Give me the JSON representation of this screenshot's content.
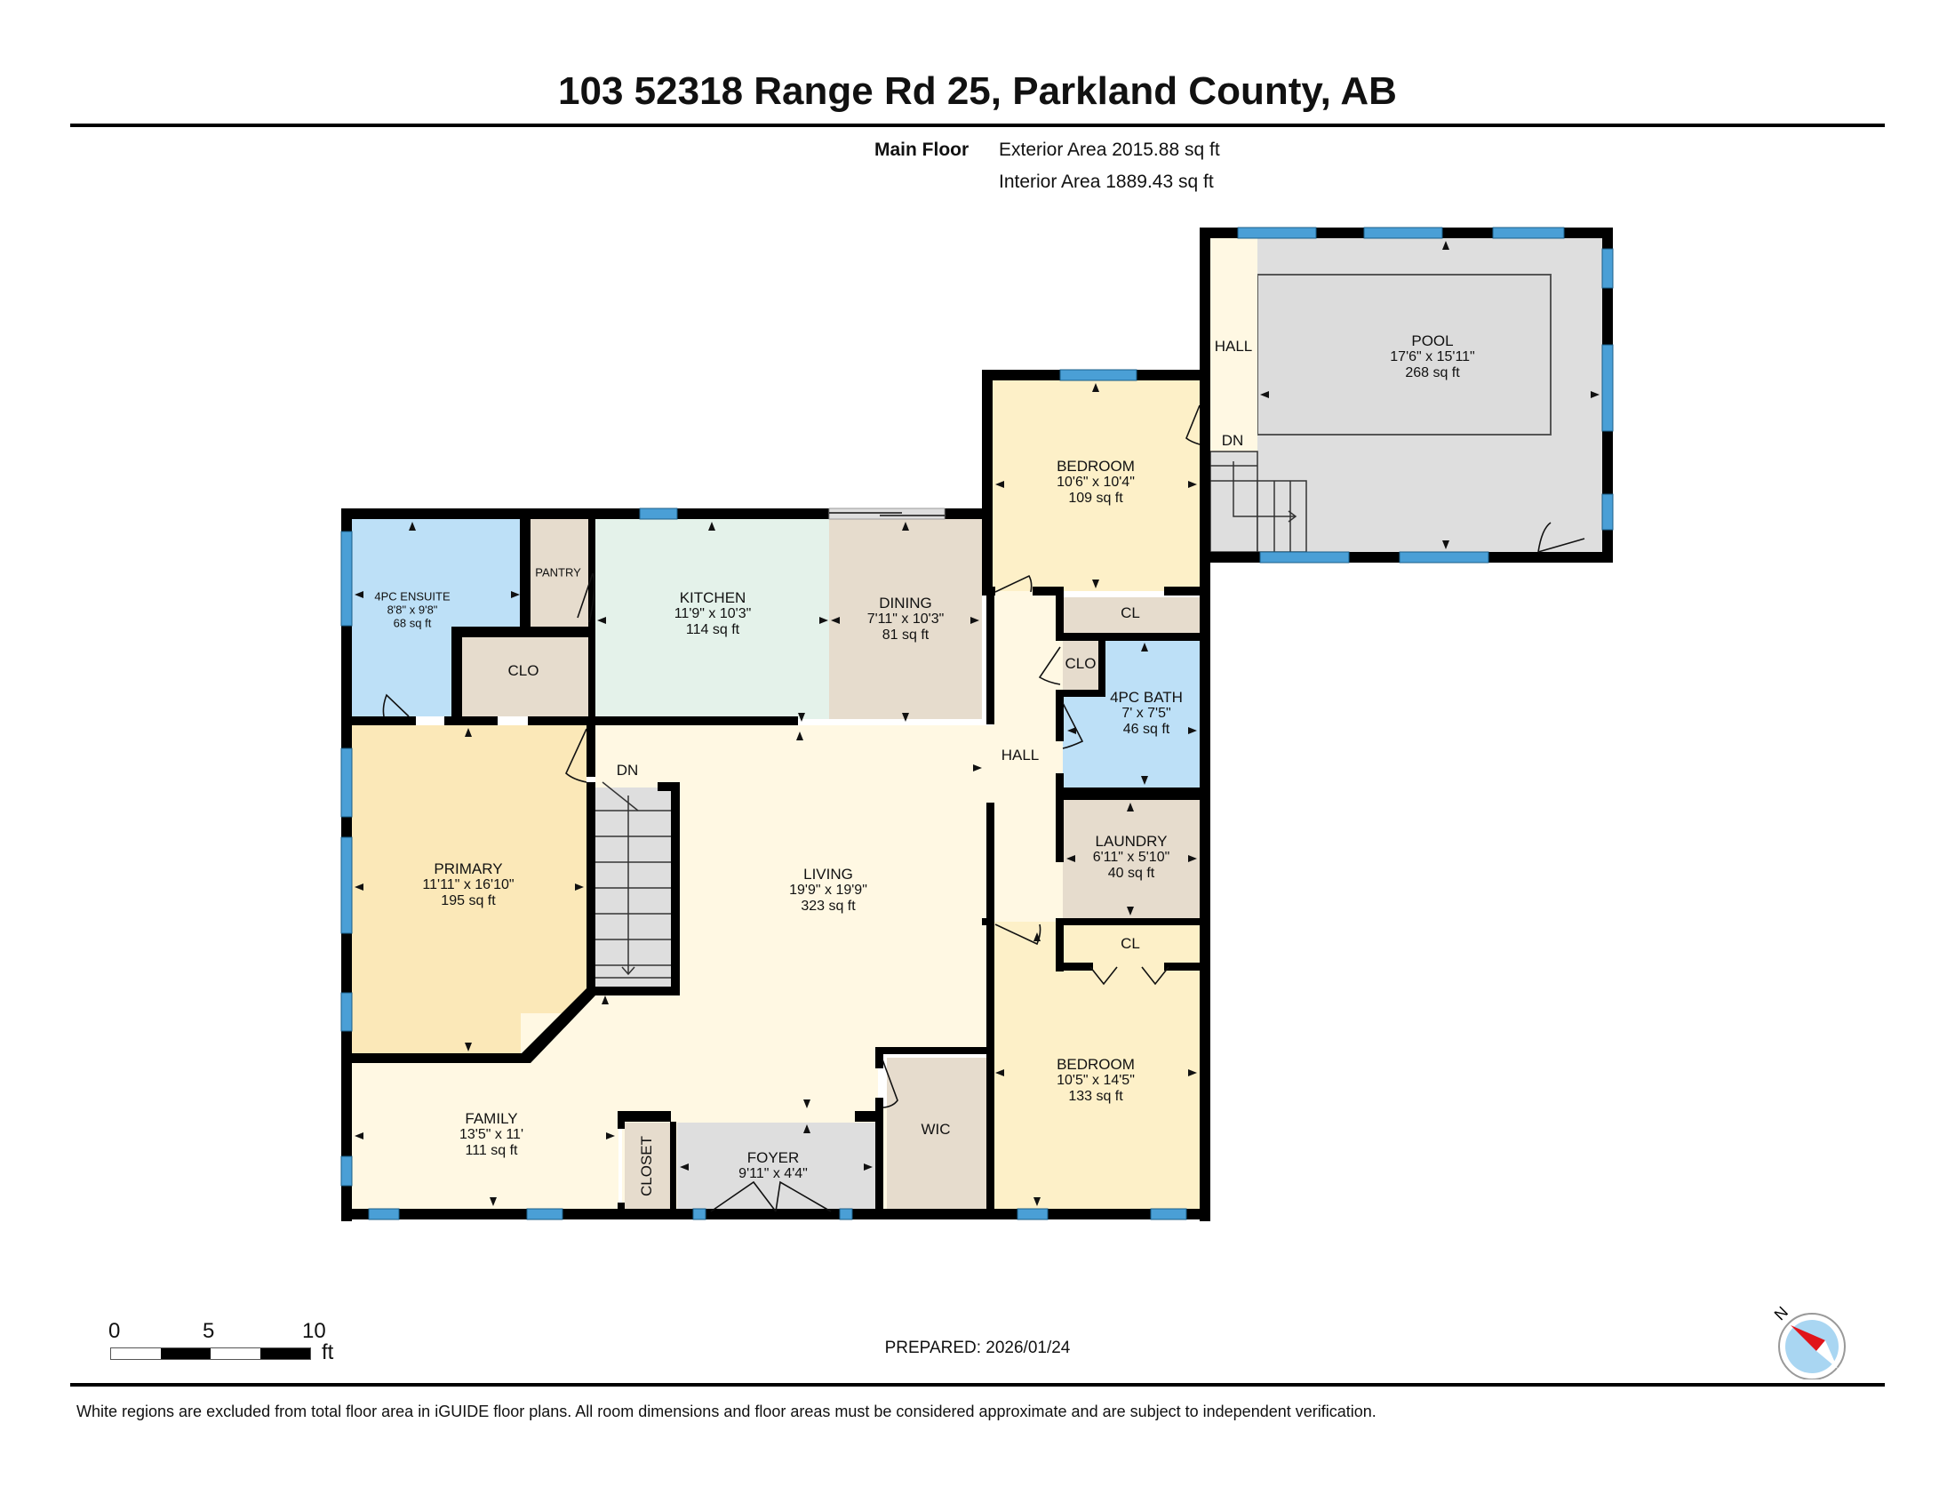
{
  "header": {
    "title": "103 52318 Range Rd 25, Parkland County, AB",
    "floor_name": "Main Floor",
    "exterior_area": "Exterior Area 2015.88 sq ft",
    "interior_area": "Interior Area 1889.43 sq ft"
  },
  "rooms": {
    "pool": {
      "name": "POOL",
      "dims": "17'6\" x 15'11\"",
      "area": "268 sq ft"
    },
    "pool_hall": {
      "name": "HALL"
    },
    "pool_dn": {
      "name": "DN"
    },
    "bedroom1": {
      "name": "BEDROOM",
      "dims": "10'6\" x 10'4\"",
      "area": "109 sq ft"
    },
    "ensuite": {
      "name": "4PC ENSUITE",
      "dims": "8'8\" x 9'8\"",
      "area": "68 sq ft"
    },
    "pantry": {
      "name": "PANTRY"
    },
    "clo_ensuite": {
      "name": "CLO"
    },
    "kitchen": {
      "name": "KITCHEN",
      "dims": "11'9\" x 10'3\"",
      "area": "114 sq ft"
    },
    "dining": {
      "name": "DINING",
      "dims": "7'11\" x 10'3\"",
      "area": "81 sq ft"
    },
    "cl_top": {
      "name": "CL"
    },
    "clo_bath": {
      "name": "CLO"
    },
    "bath": {
      "name": "4PC BATH",
      "dims": "7' x 7'5\"",
      "area": "46 sq ft"
    },
    "hall": {
      "name": "HALL"
    },
    "laundry": {
      "name": "LAUNDRY",
      "dims": "6'11\" x 5'10\"",
      "area": "40 sq ft"
    },
    "cl_bottom": {
      "name": "CL"
    },
    "primary": {
      "name": "PRIMARY",
      "dims": "11'11\" x 16'10\"",
      "area": "195 sq ft"
    },
    "stairs_dn": {
      "name": "DN"
    },
    "living": {
      "name": "LIVING",
      "dims": "19'9\" x 19'9\"",
      "area": "323 sq ft"
    },
    "bedroom2": {
      "name": "BEDROOM",
      "dims": "10'5\" x 14'5\"",
      "area": "133 sq ft"
    },
    "family": {
      "name": "FAMILY",
      "dims": "13'5\" x 11'",
      "area": "111 sq ft"
    },
    "closet": {
      "name": "CLOSET"
    },
    "foyer": {
      "name": "FOYER",
      "dims": "9'11\" x 4'4\""
    },
    "wic": {
      "name": "WIC"
    }
  },
  "scale_bar": {
    "labels": [
      "0",
      "5",
      "10"
    ],
    "unit": "ft"
  },
  "compass": {
    "label": "N"
  },
  "prepared": "PREPARED: 2026/01/24",
  "footer": "White regions are excluded from total floor area in iGUIDE floor plans. All room dimensions and floor areas must be considered approximate and are subject to independent verification.",
  "colors": {
    "wall": "#000000",
    "window": "#4a9fd6",
    "bedroom": "#fdf0c8",
    "primary": "#fbe8b8",
    "living": "#fff8e3",
    "bath": "#bde0f7",
    "kitchen": "#e4f2ea",
    "utility": "#e6dccd",
    "pool": "#dedede",
    "compass_needle": "#e0141a",
    "compass_face": "#a9d6f2"
  }
}
